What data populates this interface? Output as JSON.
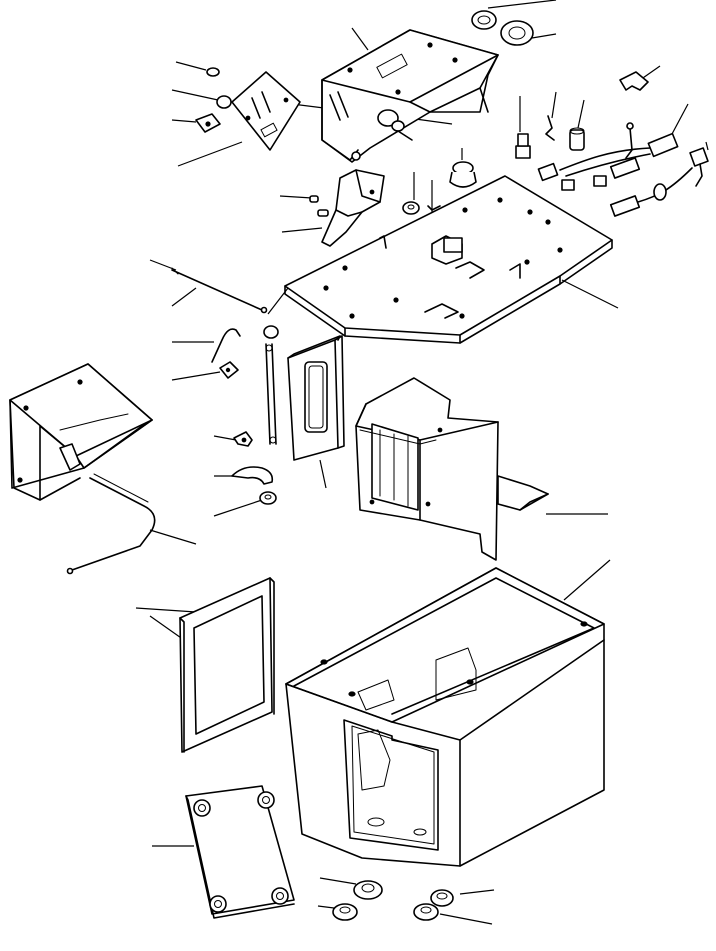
{
  "figure": {
    "kind": "exploded-parts-view",
    "printed_text": []
  },
  "parts": [
    {
      "id": "bracket-plate-top",
      "icon": "bracket-icon"
    },
    {
      "id": "grommet-large",
      "icon": "grommet-icon"
    },
    {
      "id": "seal-ring",
      "icon": "ring-icon"
    },
    {
      "id": "clip",
      "icon": "clip-icon"
    },
    {
      "id": "wire-harness",
      "icon": "harness-icon"
    },
    {
      "id": "switch-panel",
      "icon": "panel-icon"
    },
    {
      "id": "control-plate",
      "icon": "plate-icon"
    },
    {
      "id": "rod-cable",
      "icon": "cable-icon"
    },
    {
      "id": "heater-box",
      "icon": "box-icon"
    },
    {
      "id": "duct-unit",
      "icon": "duct-icon"
    },
    {
      "id": "console-housing",
      "icon": "housing-icon"
    },
    {
      "id": "window-frame",
      "icon": "frame-icon"
    },
    {
      "id": "cover-plate",
      "icon": "cover-icon"
    },
    {
      "id": "grommets-bottom",
      "icon": "grommet-icon"
    }
  ]
}
